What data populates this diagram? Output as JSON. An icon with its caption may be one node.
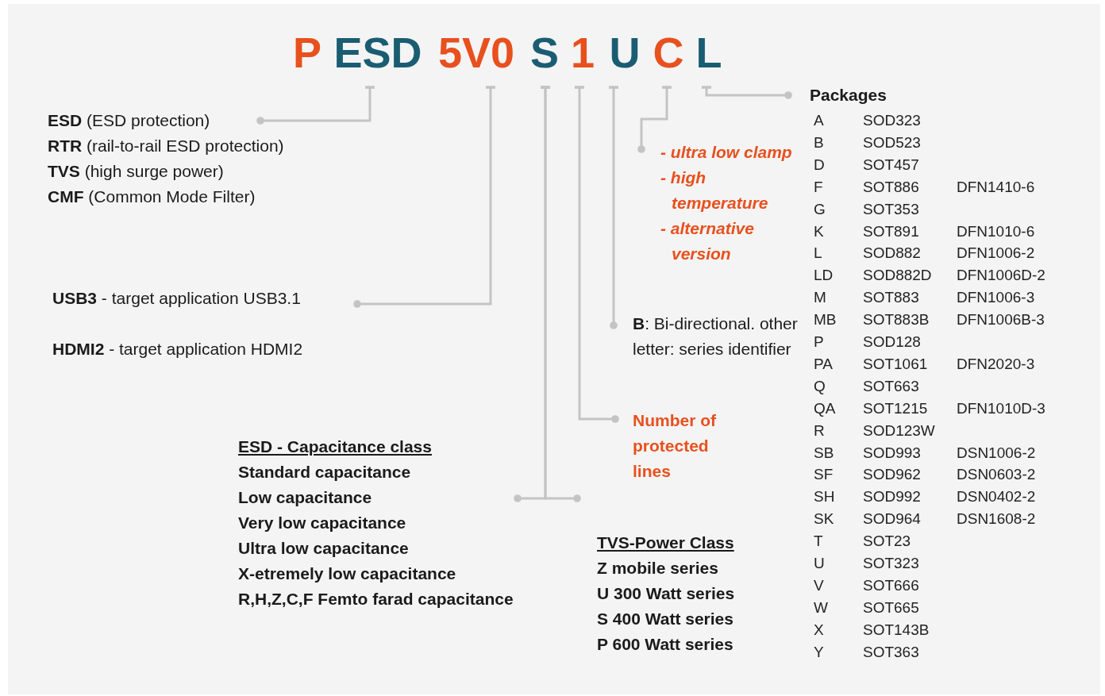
{
  "diagram": {
    "nodes": [
      {
        "text": [
          "P"
        ]
      },
      {
        "text": [
          "ESD"
        ]
      },
      {
        "text": [
          "5V0"
        ]
      },
      {
        "text": [
          "S"
        ]
      },
      {
        "text": [
          "1"
        ]
      },
      {
        "text": [
          "U"
        ]
      },
      {
        "text": [
          "C"
        ]
      },
      {
        "text": [
          "L"
        ]
      },
      {
        "text": [
          "**ESD** (ESD protection)",
          "**RTR** (rail-to-rail ESD protection)",
          "**TVS** (high surge power)",
          "**CMF** (Common Mode Filter)"
        ]
      },
      {
        "text": [
          "**USB3** - target application USB3.1",
          "**HDMI2** - target application HDMI2"
        ]
      },
      {
        "text": [
          "ESD - Capacitance class",
          "Standard capacitance",
          "Low capacitance",
          "Very low capacitance",
          "Ultra low capacitance",
          "X-etremely low capacitance",
          "R,H,Z,C,F Femto farad capacitance"
        ]
      },
      {
        "text": [
          "TVS-Power Class",
          "Z mobile series",
          "U 300 Watt series",
          "S 400 Watt series",
          "P 600 Watt series"
        ]
      },
      {
        "text": [
          "Number of protected lines"
        ]
      },
      {
        "text": [
          "**B**: Bi-directional. other letter: series identifier"
        ]
      },
      {
        "text": [
          "- ultra low clamp",
          "- high temperature",
          "- alternative version"
        ]
      },
      {
        "text": [
          "Packages"
        ]
      }
    ],
    "edges": [
      {
        "from": 1,
        "to": 8,
        "arrow": "other"
      },
      {
        "from": 2,
        "to": 9,
        "arrow": "other"
      },
      {
        "from": 3,
        "to": 10,
        "arrow": "other"
      },
      {
        "from": 3,
        "to": 11,
        "arrow": "other"
      },
      {
        "from": 4,
        "to": 12,
        "arrow": "other"
      },
      {
        "from": 5,
        "to": 13,
        "arrow": "other"
      },
      {
        "from": 6,
        "to": 14,
        "arrow": "other"
      },
      {
        "from": 7,
        "to": 15,
        "arrow": "other"
      }
    ],
    "labels": [
      "A",
      "SOD323",
      "B",
      "SOD523",
      "D",
      "SOT457",
      "F",
      "SOT886",
      "DFN1410-6",
      "G",
      "SOT353",
      "K",
      "SOT891",
      "DFN1010-6",
      "L",
      "SOD882",
      "DFN1006-2",
      "LD",
      "SOD882D",
      "DFN1006D-2",
      "M",
      "SOT883",
      "DFN1006-3",
      "MB",
      "SOT883B",
      "DFN1006B-3",
      "P",
      "SOD128",
      "PA",
      "SOT1061",
      "DFN2020-3",
      "Q",
      "SOT663",
      "QA",
      "SOT1215",
      "DFN1010D-3",
      "R",
      "SOD123W",
      "SB",
      "SOD993",
      "DSN1006-2",
      "SF",
      "SOD962",
      "DSN0603-2",
      "SH",
      "SOD992",
      "DSN0402-2",
      "SK",
      "SOD964",
      "DSN1608-2",
      "T",
      "SOT23",
      "U",
      "SOT323",
      "V",
      "SOT666",
      "W",
      "SOT665",
      "X",
      "SOT143B",
      "Y",
      "SOT363"
    ]
  }
}
